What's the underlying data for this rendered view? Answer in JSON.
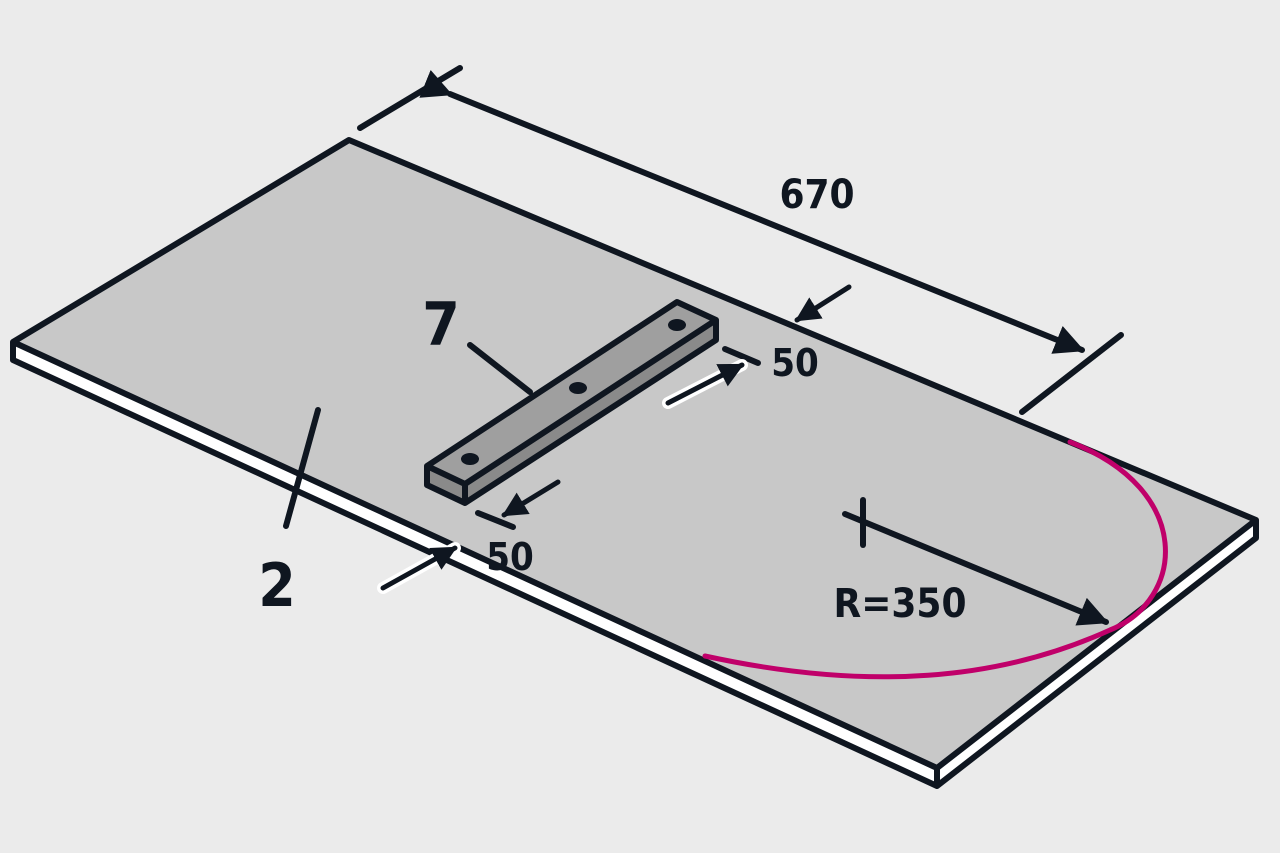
{
  "diagram": {
    "labels": {
      "dim_length": "670",
      "dim_offset_top": "50",
      "dim_offset_bottom": "50",
      "radius": "R=350",
      "part_bar": "7",
      "part_board": "2"
    },
    "colors": {
      "background": "#ebebeb",
      "board_top": "#c8c8c8",
      "board_edge": "#ffffff",
      "bar_top": "#9f9f9f",
      "bar_side": "#8a8a8a",
      "ink": "#0f1620",
      "arc": "#c0006a"
    }
  }
}
